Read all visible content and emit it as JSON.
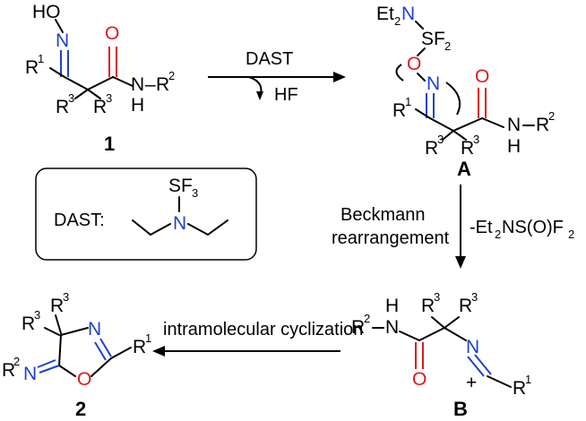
{
  "compound_1": {
    "label": "1",
    "oxime_group": "HO",
    "N": "N",
    "O": "O",
    "R1": "R",
    "R1_sup": "1",
    "R3a": "R",
    "R3a_sup": "3",
    "R3b": "R",
    "R3b_sup": "3",
    "NH_N": "N",
    "NH_H": "H",
    "R2": "R",
    "R2_sup": "2",
    "dash": "–"
  },
  "step_1": {
    "reagent": "DAST",
    "byproduct": "HF"
  },
  "intermediate_A": {
    "label": "A",
    "Et2N": "Et",
    "Et2N_sub": "2",
    "Et2N_N": "N",
    "SF2": "SF",
    "SF2_sub": "2",
    "O_link": "O",
    "N": "N",
    "O": "O",
    "R1": "R",
    "R1_sup": "1",
    "R3a": "R",
    "R3a_sup": "3",
    "R3b": "R",
    "R3b_sup": "3",
    "NH_N": "N",
    "NH_H": "H",
    "R2": "R",
    "R2_sup": "2"
  },
  "dast_box": {
    "label": "DAST:",
    "SF3": "SF",
    "SF3_sub": "3",
    "N": "N"
  },
  "step_2": {
    "line1": "Beckmann",
    "line2": "rearrangement",
    "loss_prefix": "-Et",
    "loss_sub": "2",
    "loss_suffix": "NS(O)F",
    "loss_sub2": "2"
  },
  "intermediate_B": {
    "label": "B",
    "R2": "R",
    "R2_sup": "2",
    "NH_N": "N",
    "NH_H": "H",
    "O": "O",
    "R3a": "R",
    "R3a_sup": "3",
    "R3b": "R",
    "R3b_sup": "3",
    "N": "N",
    "plus": "+",
    "R1": "R",
    "R1_sup": "1"
  },
  "step_3": {
    "label": "intramolecular cyclization"
  },
  "compound_2": {
    "label": "2",
    "R3a": "R",
    "R3a_sup": "3",
    "R3b": "R",
    "R3b_sup": "3",
    "N_ring": "N",
    "O_ring": "O",
    "R1": "R",
    "R1_sup": "1",
    "R2": "R",
    "R2_sup": "2",
    "N_exo": "N"
  }
}
